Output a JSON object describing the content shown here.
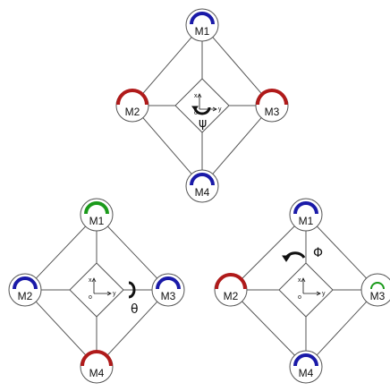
{
  "colors": {
    "blue": "#1a1aa8",
    "red": "#b01a1a",
    "green": "#1a9a1a",
    "black": "#111111"
  },
  "axes": {
    "x_label": "x",
    "y_label": "y",
    "origin_label": "o"
  },
  "diagrams": [
    {
      "id": "yaw",
      "rotation_symbol": "ψ",
      "motors": [
        {
          "label": "M1",
          "color": "blue",
          "arc": "normal"
        },
        {
          "label": "M2",
          "color": "red",
          "arc": "big"
        },
        {
          "label": "M3",
          "color": "red",
          "arc": "big"
        },
        {
          "label": "M4",
          "color": "blue",
          "arc": "normal"
        }
      ]
    },
    {
      "id": "pitch",
      "rotation_symbol": "θ",
      "motors": [
        {
          "label": "M1",
          "color": "green",
          "arc": "normal"
        },
        {
          "label": "M2",
          "color": "blue",
          "arc": "normal"
        },
        {
          "label": "M3",
          "color": "blue",
          "arc": "normal"
        },
        {
          "label": "M4",
          "color": "red",
          "arc": "big"
        }
      ]
    },
    {
      "id": "roll",
      "rotation_symbol": "Φ",
      "motors": [
        {
          "label": "M1",
          "color": "blue",
          "arc": "normal"
        },
        {
          "label": "M2",
          "color": "red",
          "arc": "big"
        },
        {
          "label": "M3",
          "color": "green",
          "arc": "small"
        },
        {
          "label": "M4",
          "color": "blue",
          "arc": "normal"
        }
      ]
    }
  ]
}
